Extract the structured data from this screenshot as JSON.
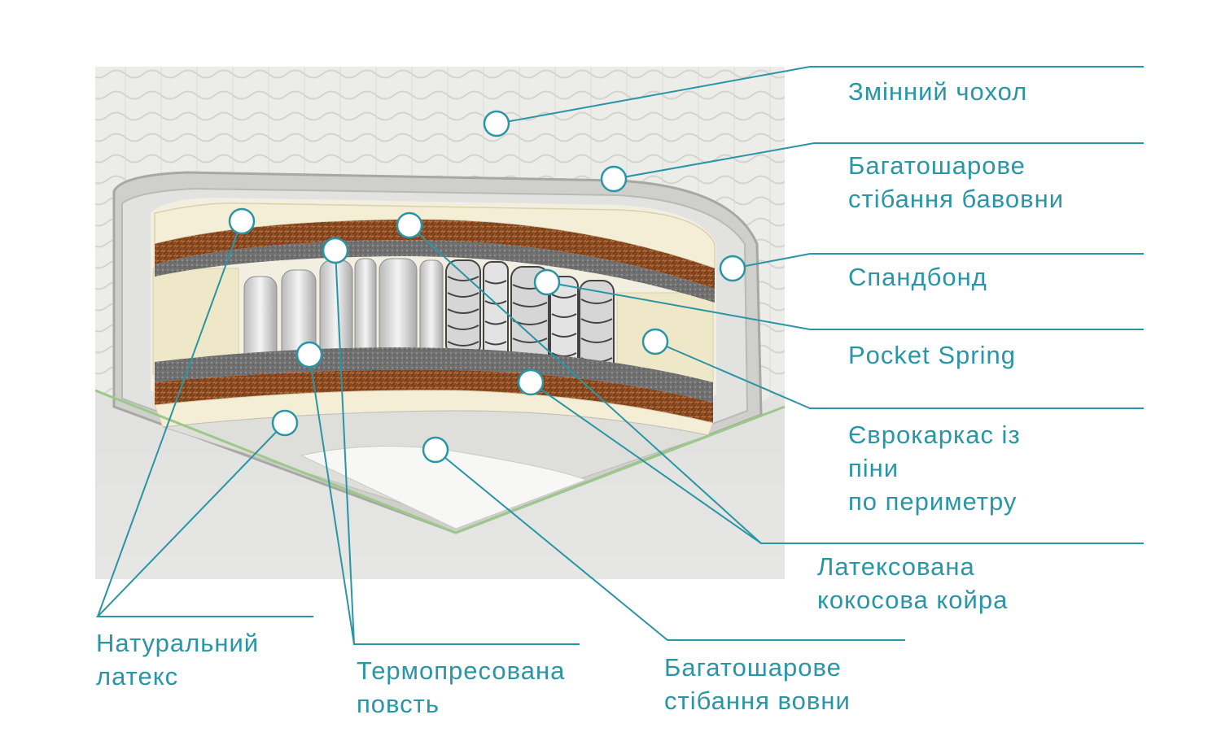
{
  "colors": {
    "accent": "#2a95a5",
    "coir": "#8a4a22",
    "latex": "#f1ead0",
    "felt": "#6f6f6f",
    "fabric": "#e9e9e7",
    "background": "#ffffff"
  },
  "callouts": {
    "cover": {
      "lines": [
        "Змінний чохол"
      ]
    },
    "cotton": {
      "lines": [
        "Багатошарове",
        "стібання бавовни"
      ]
    },
    "spunbond": {
      "lines": [
        "Спандбонд"
      ]
    },
    "pocket": {
      "lines": [
        "Pocket Spring"
      ]
    },
    "euro": {
      "lines": [
        "Єврокаркас із",
        "піни",
        "по периметру"
      ]
    },
    "coir": {
      "lines": [
        "Латексована",
        "кокосова койра"
      ]
    },
    "latex": {
      "lines": [
        "Натуральний",
        "латекс"
      ]
    },
    "felt": {
      "lines": [
        "Термопресована",
        "повсть"
      ]
    },
    "wool": {
      "lines": [
        "Багатошарове",
        "стібання вовни"
      ]
    }
  }
}
